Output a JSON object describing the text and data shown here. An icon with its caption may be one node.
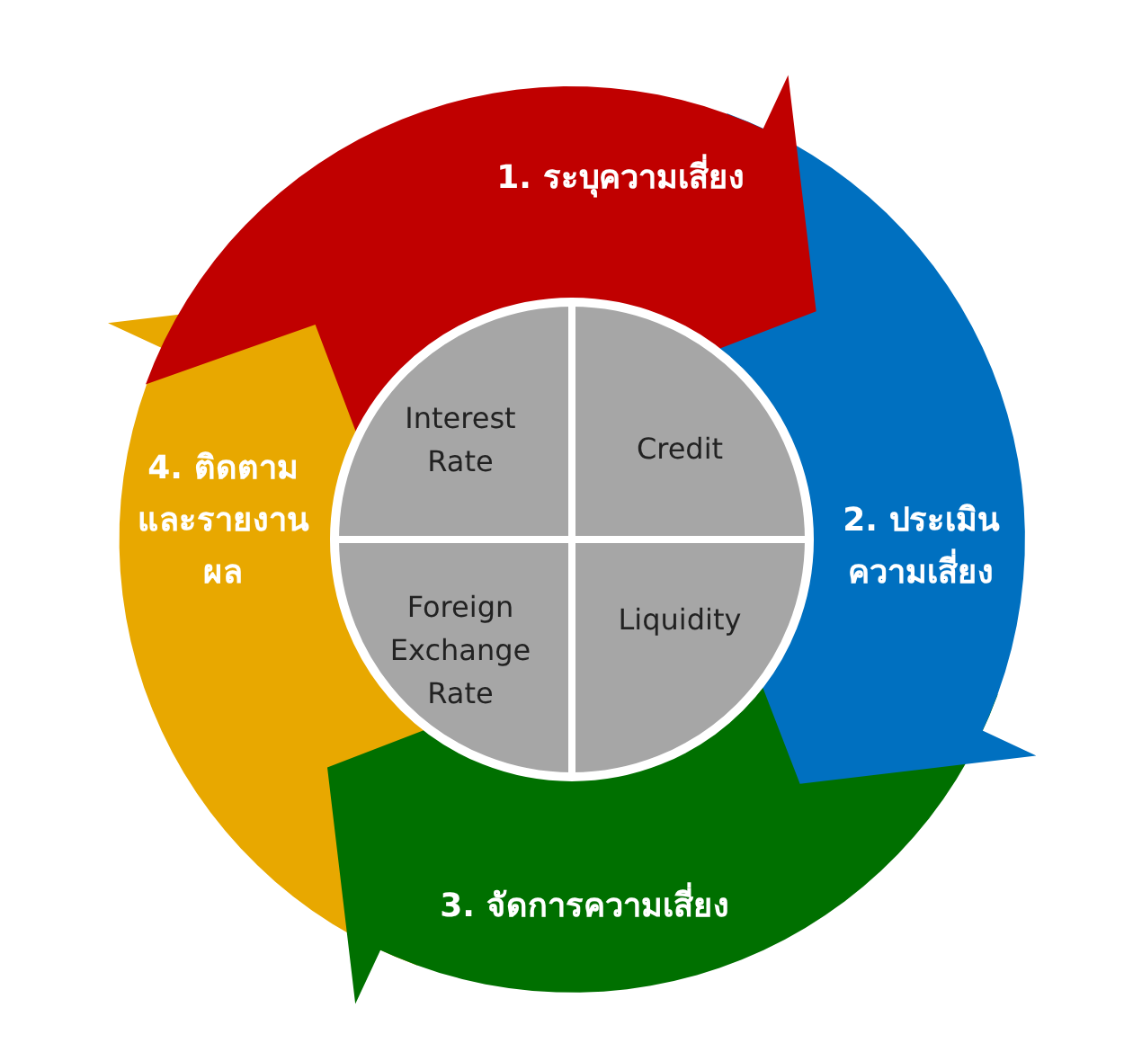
{
  "diagram": {
    "nodes": [
      {
        "text": [
          "1. ระบุความเสี่ยง"
        ]
      },
      {
        "text": [
          "2. ประเมินความเสี่ยง"
        ]
      },
      {
        "text": [
          "3. จัดการความเสี่ยง"
        ]
      },
      {
        "text": [
          "4. ติดตามและรายงานผล"
        ]
      },
      {
        "text": [],
        "shape": "circle"
      },
      {
        "text": [
          "Interest Rate"
        ],
        "in": 4
      },
      {
        "text": [
          "Credit"
        ],
        "in": 4
      },
      {
        "text": [
          "Foreign Exchange Rate"
        ],
        "in": 4
      },
      {
        "text": [
          "Liquidity"
        ],
        "in": 4
      }
    ]
  }
}
